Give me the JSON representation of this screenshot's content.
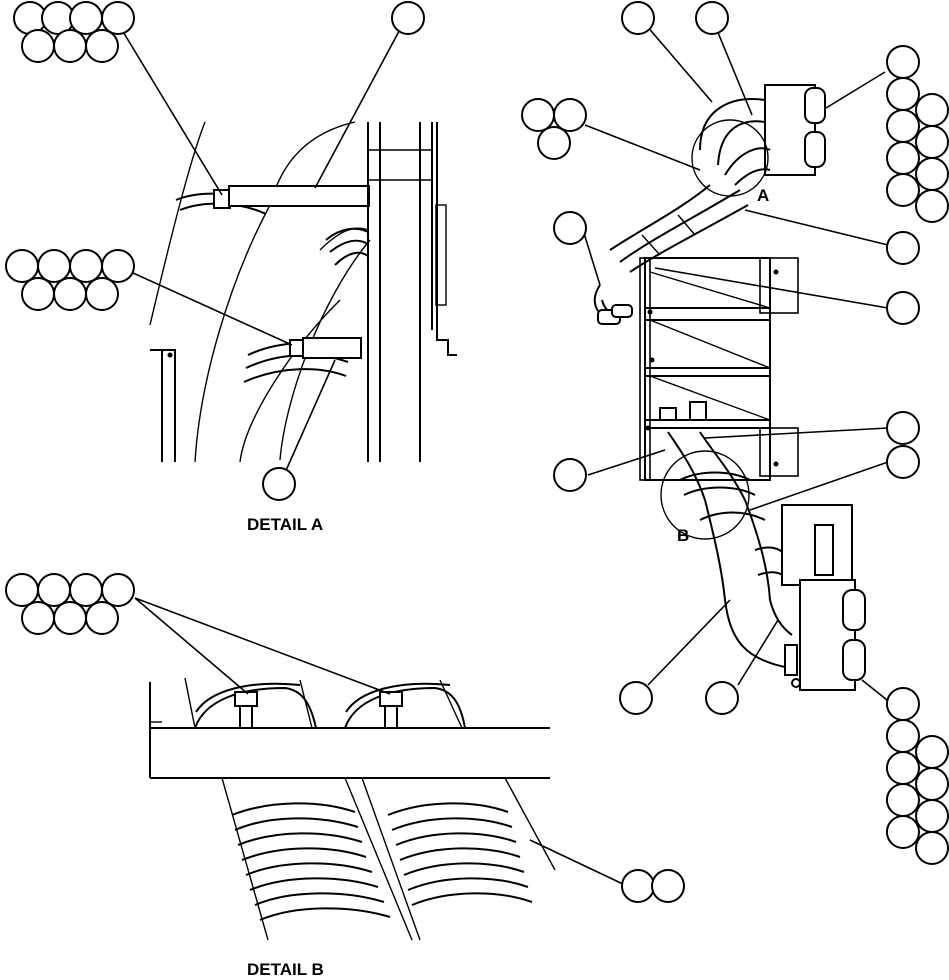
{
  "labels": {
    "detail_a": "DETAIL A",
    "detail_b": "DETAIL B",
    "marker_a": "A",
    "marker_b": "B"
  }
}
